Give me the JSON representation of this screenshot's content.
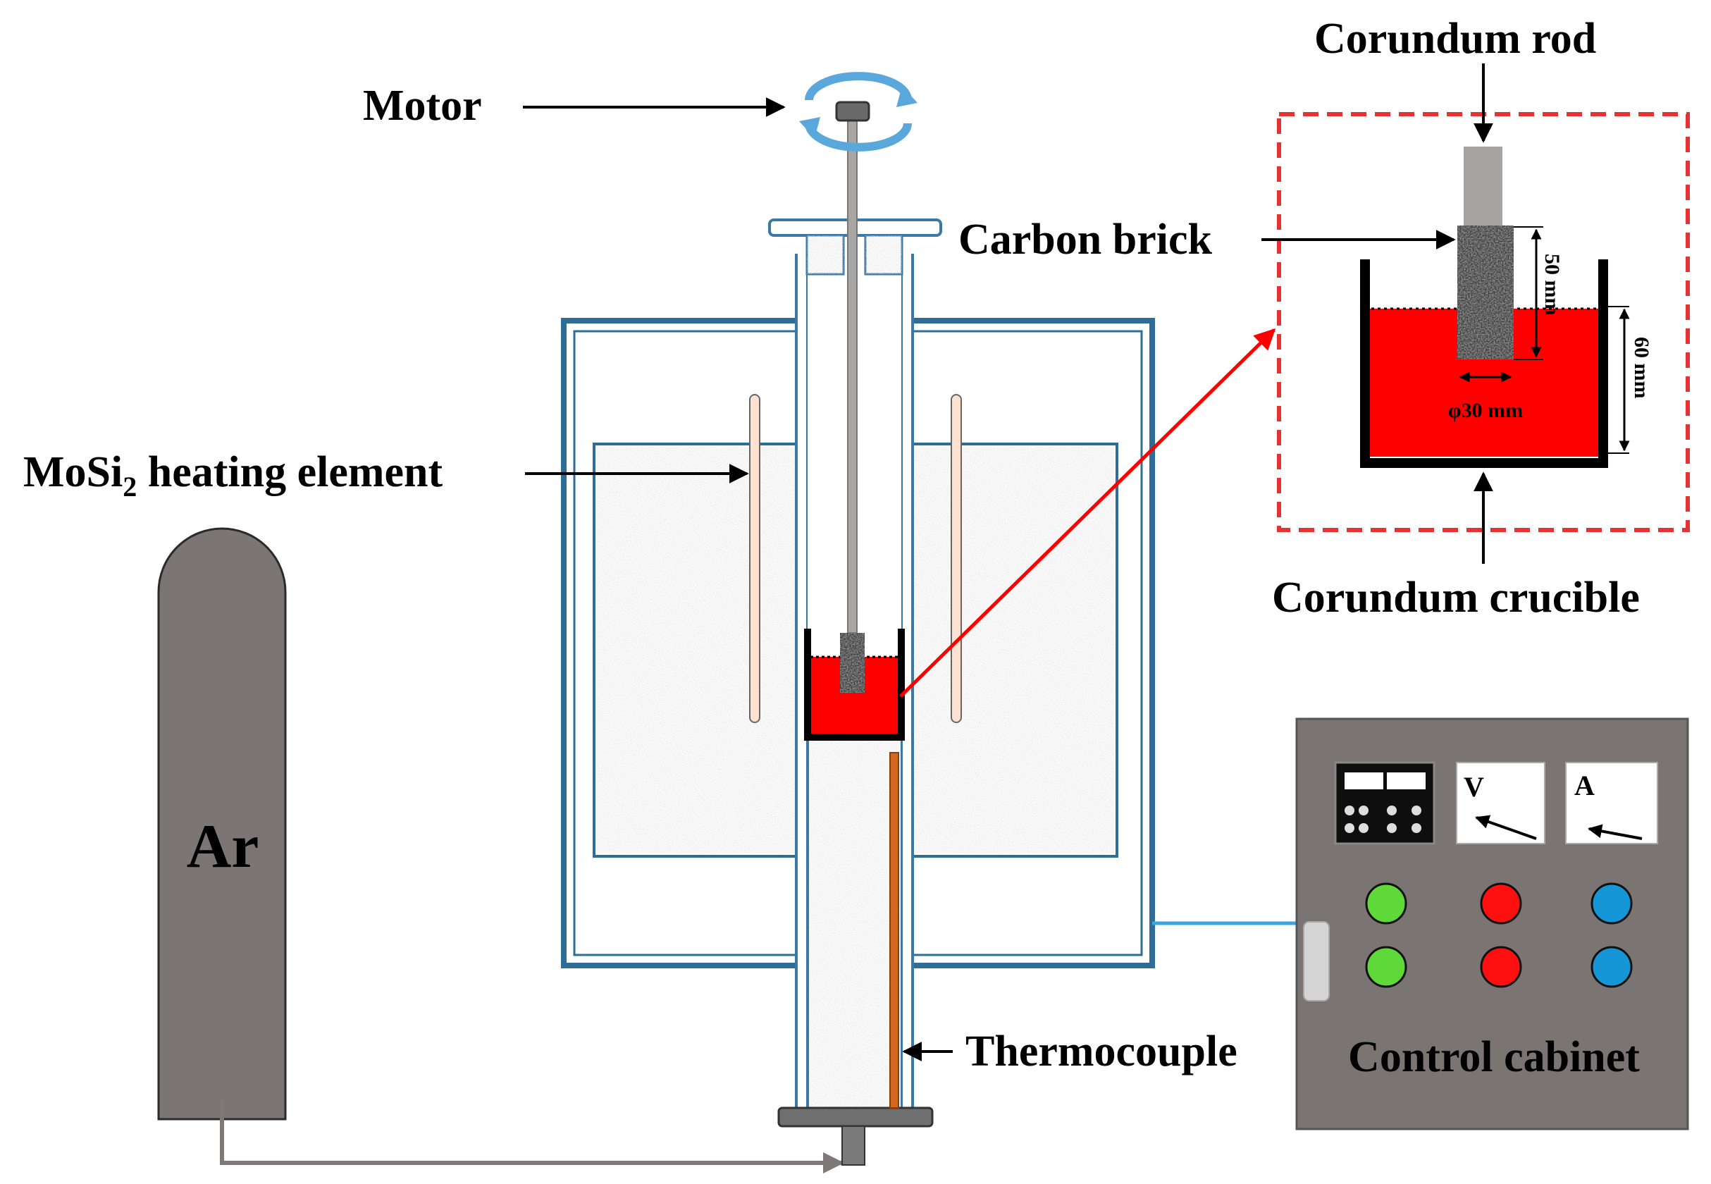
{
  "labels": {
    "motor": "Motor",
    "heating_element": "MoSi",
    "heating_element_sub": "2",
    "heating_element_rest": " heating element",
    "carbon_brick": "Carbon brick",
    "corundum_rod": "Corundum rod",
    "corundum_crucible": "Corundum crucible",
    "thermocouple": "Thermocouple",
    "control_cabinet": "Control cabinet",
    "gas_cylinder": "Ar",
    "voltmeter": "V",
    "ammeter": "A"
  },
  "dimensions": {
    "brick_height": "50 mm",
    "melt_depth": "60 mm",
    "brick_diameter": "φ30 mm"
  },
  "colors": {
    "furnace_frame": "#2e6d95",
    "tube_outline": "#3a78a8",
    "melt": "#ff0000",
    "cylinder": "#7b7575",
    "cabinet": "#7a7472",
    "thermocouple": "#d2691e",
    "heating_element": "#fde2d2",
    "rotation_arrow": "#5aa7dc",
    "cable": "#39a6e0",
    "zoom_frame": "#e53333"
  },
  "controls": {
    "buttons": [
      {
        "color": "#5fd83a"
      },
      {
        "color": "#ff1010"
      },
      {
        "color": "#1596d6"
      },
      {
        "color": "#5fd83a"
      },
      {
        "color": "#ff1010"
      },
      {
        "color": "#1596d6"
      }
    ]
  }
}
